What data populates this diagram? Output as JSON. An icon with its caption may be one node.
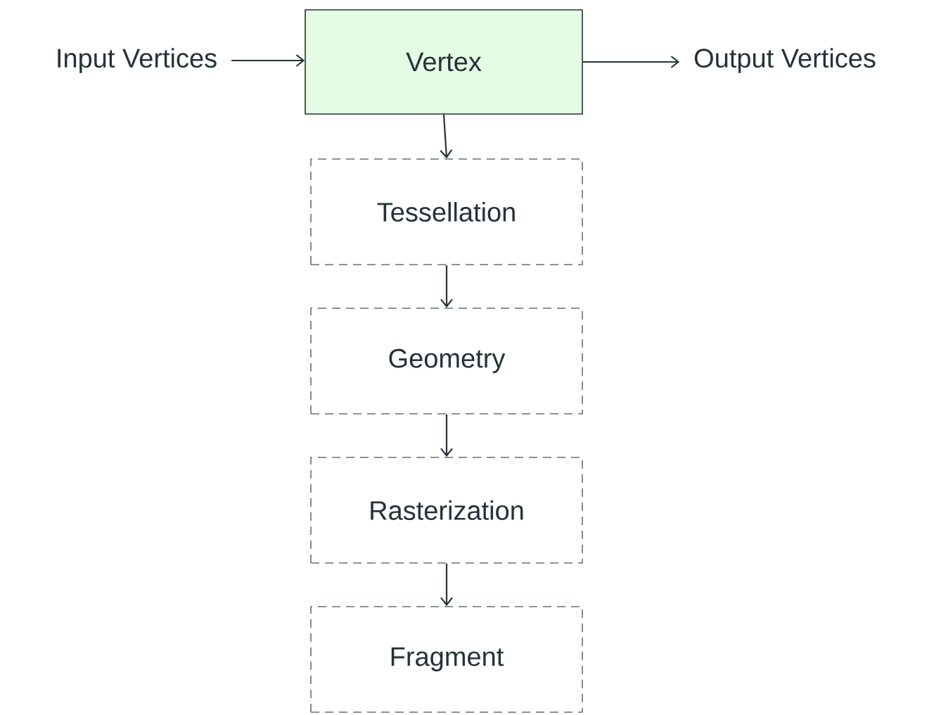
{
  "diagram": {
    "nodes": [
      {
        "text": [
          "Input Vertices"
        ]
      },
      {
        "text": [
          "Vertex"
        ]
      },
      {
        "text": [
          "Output Vertices"
        ]
      },
      {
        "text": [
          "Tessellation"
        ]
      },
      {
        "text": [
          "Geometry"
        ]
      },
      {
        "text": [
          "Rasterization"
        ]
      },
      {
        "text": [
          "Fragment"
        ]
      }
    ],
    "edges": [
      {
        "from": 0,
        "to": 1,
        "arrow": "to"
      },
      {
        "from": 1,
        "to": 2,
        "arrow": "to"
      },
      {
        "from": 1,
        "to": 3,
        "arrow": "to"
      },
      {
        "from": 3,
        "to": 4,
        "arrow": "to"
      },
      {
        "from": 4,
        "to": 5,
        "arrow": "to"
      },
      {
        "from": 5,
        "to": 6,
        "arrow": "to"
      }
    ]
  }
}
